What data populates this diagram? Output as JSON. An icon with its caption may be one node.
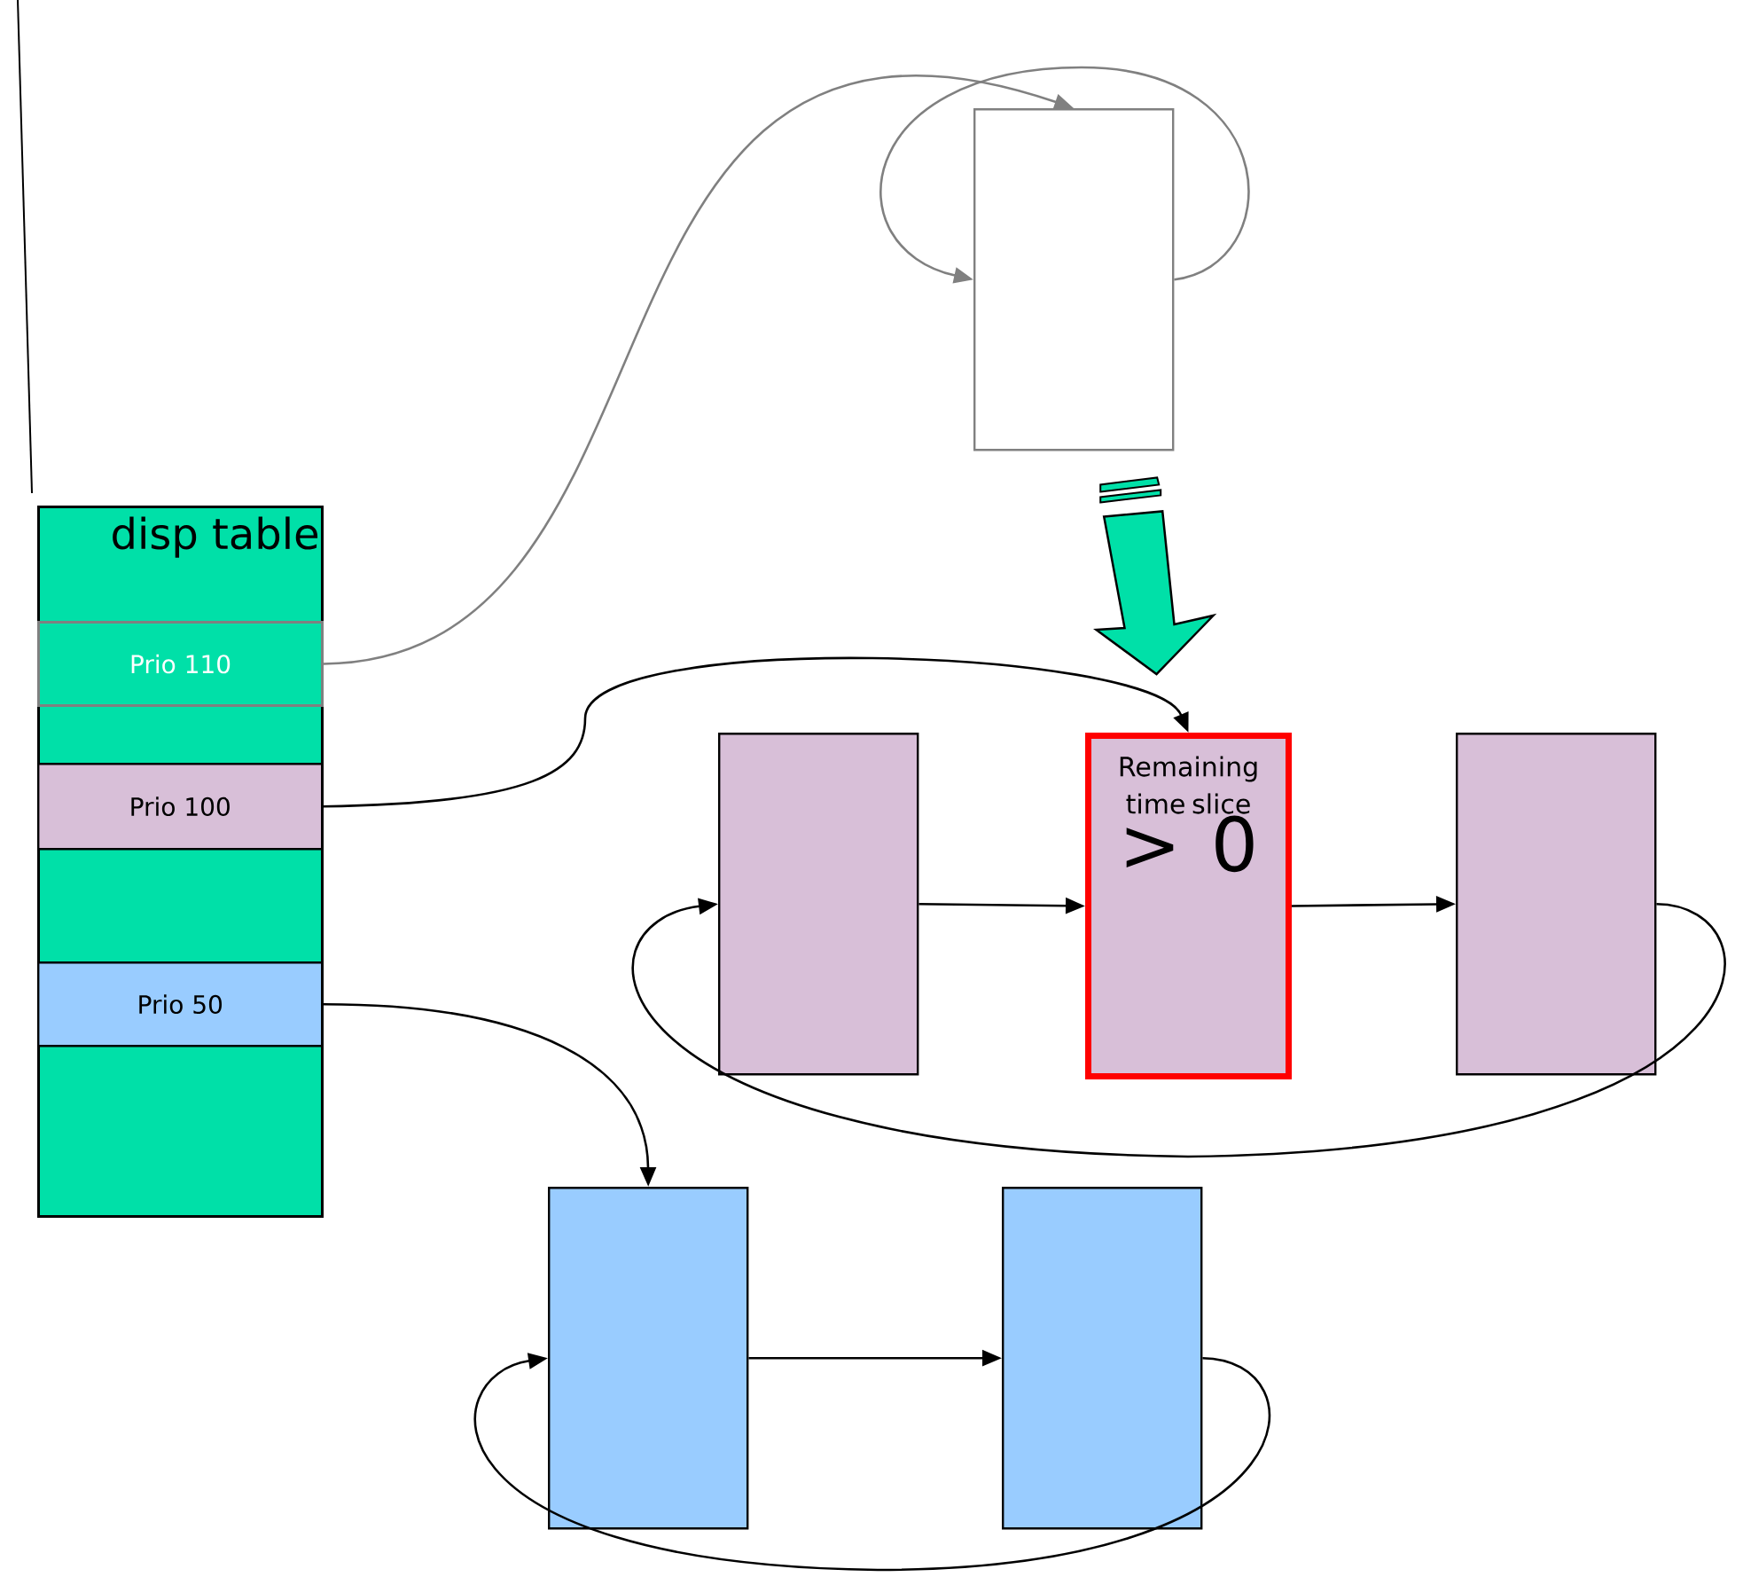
{
  "diagram": {
    "nodes": [
      {
        "text": [
          "disp table"
        ]
      },
      {
        "text": [
          "Prio 110"
        ],
        "in": 0
      },
      {
        "text": [
          "Prio 100"
        ],
        "in": 0
      },
      {
        "text": [
          "Prio 50"
        ],
        "in": 0
      },
      {
        "text": [],
        "shape": "box"
      },
      {
        "text": [],
        "shape": "box"
      },
      {
        "text": [
          "Remaining time slice",
          "> 0"
        ]
      },
      {
        "text": [],
        "shape": "box"
      },
      {
        "text": [],
        "shape": "box"
      },
      {
        "text": [],
        "shape": "box"
      }
    ],
    "edges": [
      {
        "from": 1,
        "to": 4,
        "arrow": "to",
        "color": "#808080"
      },
      {
        "from": 4,
        "to": 4,
        "arrow": "to",
        "color": "#808080"
      },
      {
        "from": 2,
        "to": 6,
        "arrow": "to"
      },
      {
        "from": 5,
        "to": 6,
        "arrow": "to"
      },
      {
        "from": 6,
        "to": 7,
        "arrow": "to"
      },
      {
        "from": 7,
        "to": 5,
        "arrow": "to"
      },
      {
        "from": 3,
        "to": 8,
        "arrow": "to"
      },
      {
        "from": 8,
        "to": 9,
        "arrow": "to"
      },
      {
        "from": 9,
        "to": 8,
        "arrow": "to"
      },
      {
        "from": 4,
        "to": 6,
        "arrow": "to",
        "style": "thick",
        "color": "#00e0a8"
      }
    ]
  }
}
